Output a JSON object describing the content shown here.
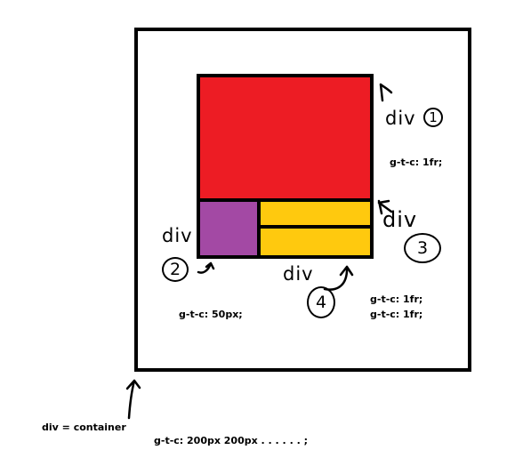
{
  "colors": {
    "outline": "#000000",
    "background": "#ffffff",
    "div1": "#ed1c24",
    "div2": "#a349a4",
    "div3": "#ffc90e",
    "div4": "#ffc90e"
  },
  "annotations": {
    "div1": {
      "word": "div",
      "number": "1",
      "css": "g-t-c: 1fr;"
    },
    "div2": {
      "word": "div",
      "number": "2",
      "css": "g-t-c: 50px;"
    },
    "div3": {
      "word": "div",
      "number": "3",
      "css_line1": "g-t-c: 1fr;",
      "css_line2": "g-t-c: 1fr;"
    },
    "div4": {
      "word": "div",
      "number": "4"
    },
    "container": {
      "label": "div = container",
      "css": "g-t-c: 200px 200px . . . . . . ;"
    }
  }
}
